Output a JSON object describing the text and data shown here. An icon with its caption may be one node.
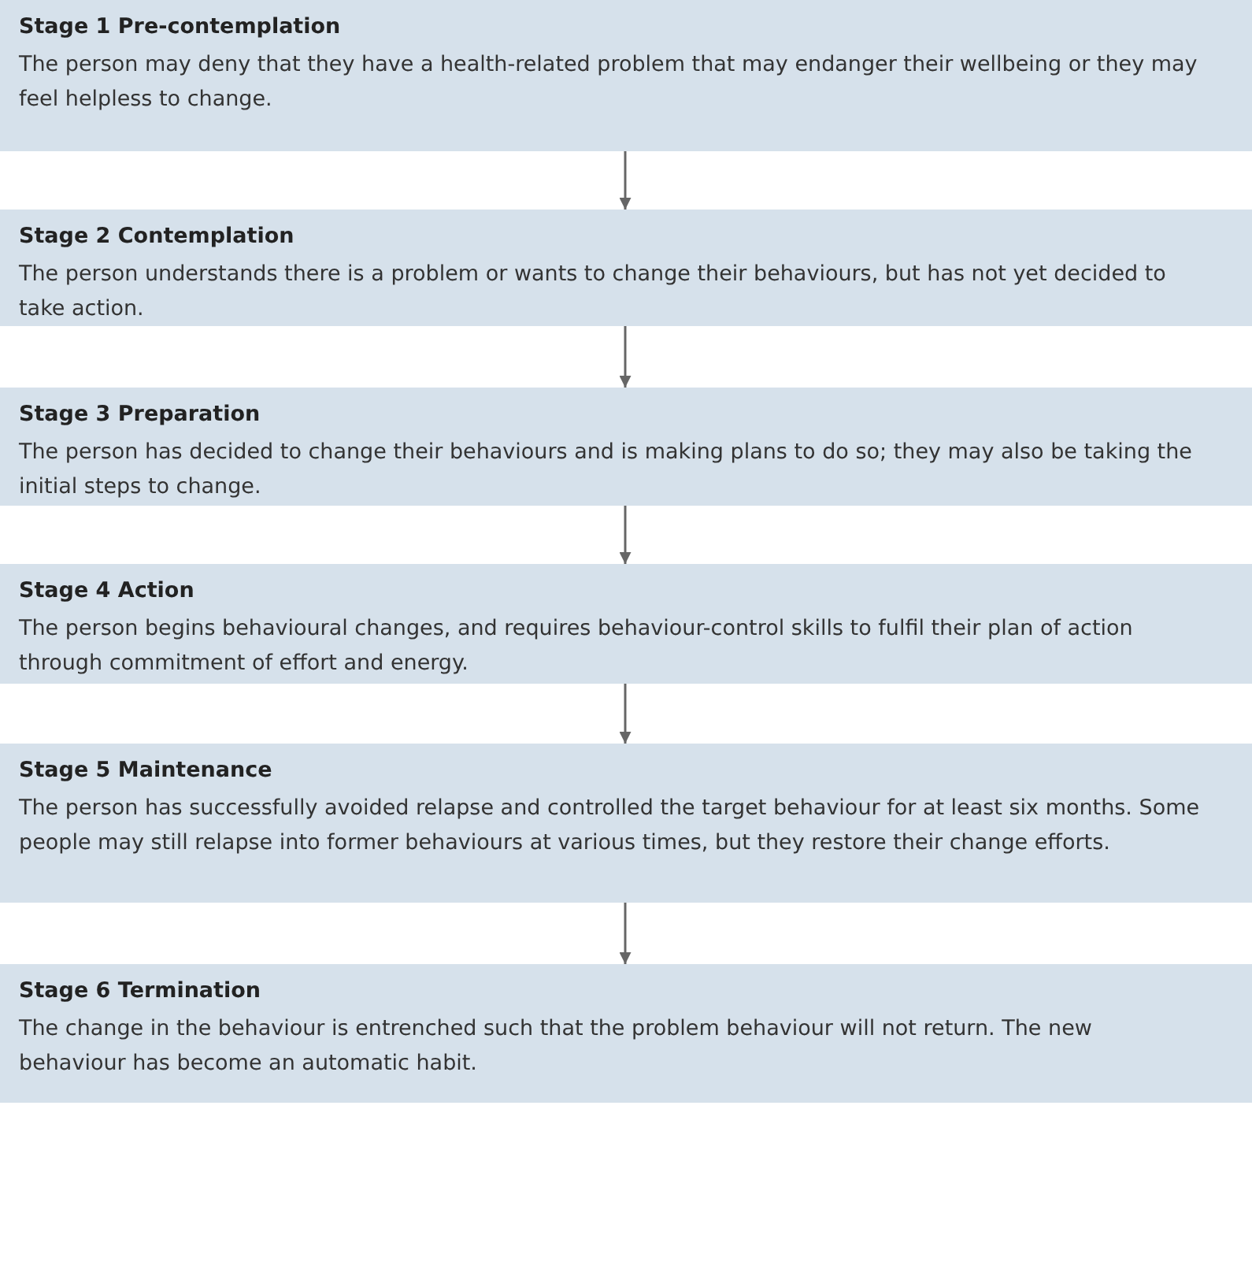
{
  "diagram": {
    "nodes": [
      {
        "text": [
          "Stage 1 Pre-contemplation",
          "The person may deny that they have a health-related problem that may endanger their wellbeing or they may feel helpless to change."
        ]
      },
      {
        "text": [
          "Stage 2 Contemplation",
          "The person understands there is a problem or wants to change their behaviours, but has not yet decided to take action."
        ]
      },
      {
        "text": [
          "Stage 3 Preparation",
          "The person has decided to change their behaviours and is making plans to do so; they may also be taking the initial steps to change."
        ]
      },
      {
        "text": [
          "Stage 4 Action",
          "The person begins behavioural changes, and requires behaviour-control skills to fulfil their plan of action through commitment of effort and energy."
        ]
      },
      {
        "text": [
          "Stage 5 Maintenance",
          "The person has successfully avoided relapse and controlled the target behaviour for at least six months. Some people may still relapse into former behaviours at various times, but they restore their change efforts."
        ]
      },
      {
        "text": [
          "Stage 6 Termination",
          "The change in the behaviour is entrenched such that the problem behaviour will not return. The new behaviour has become an automatic habit."
        ]
      }
    ],
    "edges": [
      {
        "from": 0,
        "to": 1,
        "arrow": "to"
      },
      {
        "from": 1,
        "to": 2,
        "arrow": "to"
      },
      {
        "from": 2,
        "to": 3,
        "arrow": "to"
      },
      {
        "from": 3,
        "to": 4,
        "arrow": "to"
      },
      {
        "from": 4,
        "to": 5,
        "arrow": "to"
      }
    ]
  }
}
